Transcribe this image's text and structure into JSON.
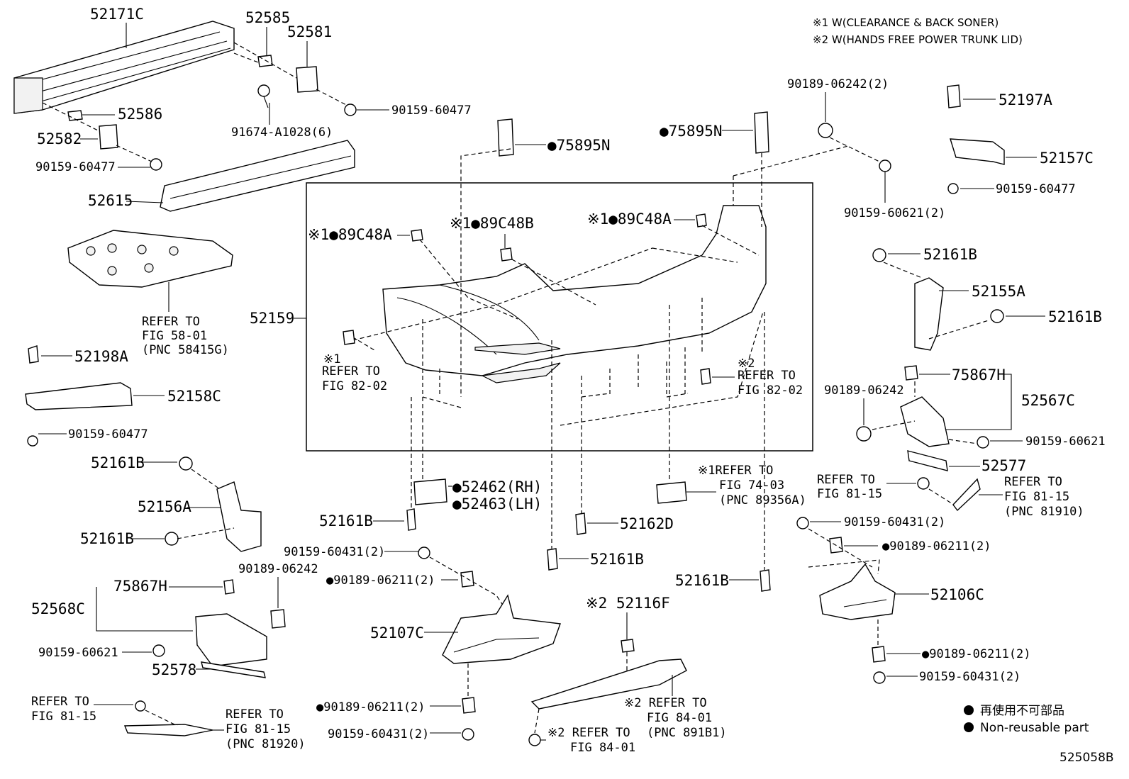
{
  "notes": {
    "note1": "※1  W(CLEARANCE & BACK SONER)",
    "note2": "※2  W(HANDS FREE POWER TRUNK LID)"
  },
  "legend": {
    "jp": "再使用不可部品",
    "en": "Non-reusable part"
  },
  "diagram_id": "525058B",
  "labels": {
    "p52171C": "52171C",
    "p52585": "52585",
    "p52581": "52581",
    "p52586": "52586",
    "p52582": "52582",
    "p90159_60477_a": "90159-60477",
    "p91674": "91674-A1028(6)",
    "p90159_60477_b": "90159-60477",
    "p52615": "52615",
    "p58refer1": "REFER TO",
    "p58refer2": "FIG 58-01",
    "p58refer3": "(PNC 58415G)",
    "p52198A": "52198A",
    "p52158C": "52158C",
    "p90159_60477_c": "90159-60477",
    "p52161B_l1": "52161B",
    "p52156A": "52156A",
    "p52161B_l2": "52161B",
    "p75867H_l": "75867H",
    "p52568C": "52568C",
    "p90189_06242_l": "90189-06242",
    "p90159_60621_l": "90159-60621",
    "p52578": "52578",
    "pRefer8115_a1": "REFER TO",
    "pRefer8115_a2": "FIG 81-15",
    "pRefer81920_1": "REFER TO",
    "pRefer81920_2": "FIG 81-15",
    "pRefer81920_3": "(PNC 81920)",
    "p75895N_l": "●75895N",
    "p75895N_r": "●75895N",
    "p89C48A_l": "※1●89C48A",
    "p89C48B": "※1●89C48B",
    "p89C48A_r": "※1●89C48A",
    "p52159": "52159",
    "pRefer8202_l0": "※1",
    "pRefer8202_l1": "REFER TO",
    "pRefer8202_l2": "FIG 82-02",
    "pRefer8202_r0": "※2",
    "pRefer8202_r1": "REFER TO",
    "pRefer8202_r2": "FIG 82-02",
    "p52462": "●52462(RH)",
    "p52463": "●52463(LH)",
    "p52161B_c1": "52161B",
    "p52162D": "52162D",
    "p52161B_c2": "52161B",
    "pRefer7403_1": "※1REFER TO",
    "pRefer7403_2": "FIG 74-03",
    "pRefer7403_3": "(PNC 89356A)",
    "p52161B_c3": "52161B",
    "p90159_60431_c": "90159-60431(2)",
    "p90189_06211_c": "●90189-06211(2)",
    "p52107C": "52107C",
    "p90189_06211_c2": "●90189-06211(2)",
    "p90159_60431_c2": "90159-60431(2)",
    "p52116F": "※2 52116F",
    "pRefer8401_a1": "※2 REFER TO",
    "pRefer8401_a2": "FIG 84-01",
    "pRefer8401_a3": "(PNC 891B1)",
    "pRefer8401_b1": "※2 REFER TO",
    "pRefer8401_b2": "FIG 84-01",
    "p90189_06242_r": "90189-06242(2)",
    "p90159_60621_r": "90159-60621(2)",
    "p52197A": "52197A",
    "p52157C": "52157C",
    "p90159_60477_r": "90159-60477",
    "p52161B_r1": "52161B",
    "p52155A": "52155A",
    "p52161B_r2": "52161B",
    "p75867H_r": "75867H",
    "p90189_06242_r2": "90189-06242",
    "p52567C": "52567C",
    "p90159_60621_r2": "90159-60621",
    "p52577": "52577",
    "pRefer8115_r1": "REFER TO",
    "pRefer8115_r2": "FIG 81-15",
    "pRefer81910_1": "REFER TO",
    "pRefer81910_2": "FIG 81-15",
    "pRefer81910_3": "(PNC 81910)",
    "p90159_60431_r": "90159-60431(2)",
    "p90189_06211_r": "●90189-06211(2)",
    "p52106C": "52106C",
    "p90189_06211_r2": "●90189-06211(2)",
    "p90159_60431_r2": "90159-60431(2)"
  }
}
